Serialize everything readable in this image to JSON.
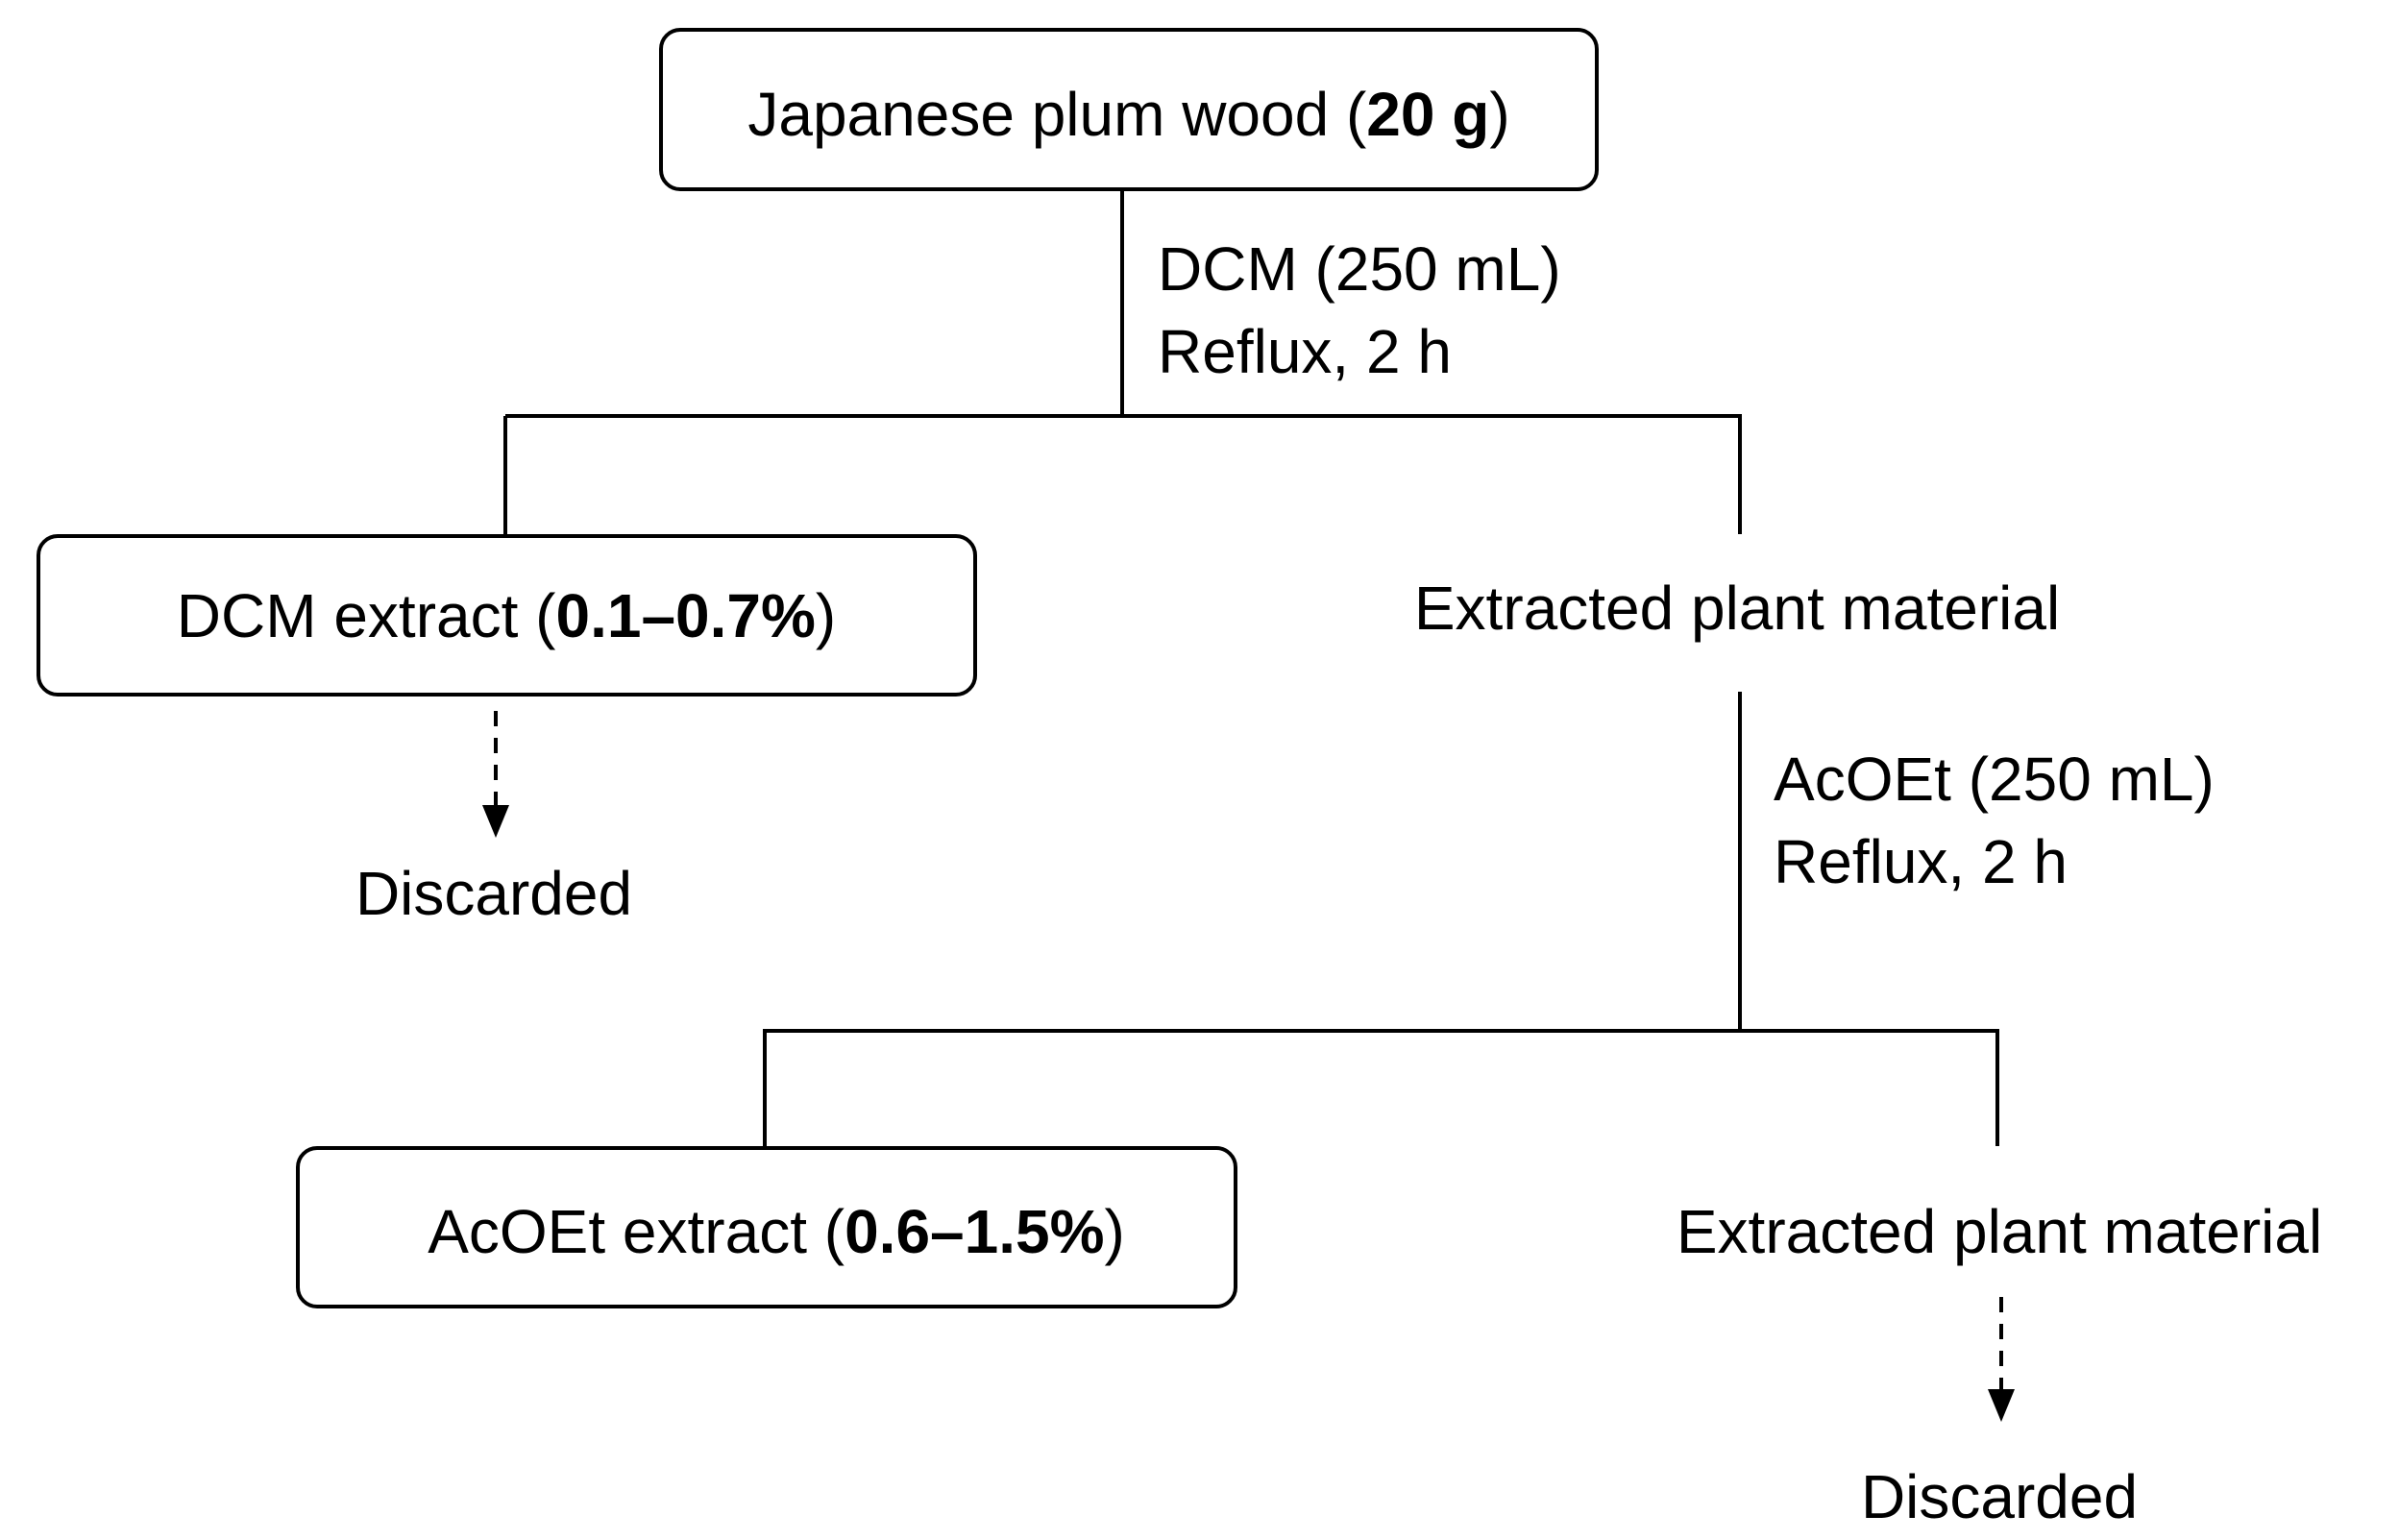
{
  "start": {
    "label": "Japanese plum wood",
    "amount": "20 g"
  },
  "step1": {
    "conditions_line1": "DCM (250 mL)",
    "conditions_line2": "Reflux, 2 h"
  },
  "dcm_extract": {
    "label": "DCM extract",
    "yield": "0.1–0.7%",
    "fate": "Discarded"
  },
  "residue1": {
    "label": "Extracted plant material"
  },
  "step2": {
    "conditions_line1": "AcOEt (250 mL)",
    "conditions_line2": "Reflux, 2 h"
  },
  "acoet_extract": {
    "label": "AcOEt extract",
    "yield": "0.6–1.5%"
  },
  "residue2": {
    "label": "Extracted plant material",
    "fate": "Discarded"
  }
}
